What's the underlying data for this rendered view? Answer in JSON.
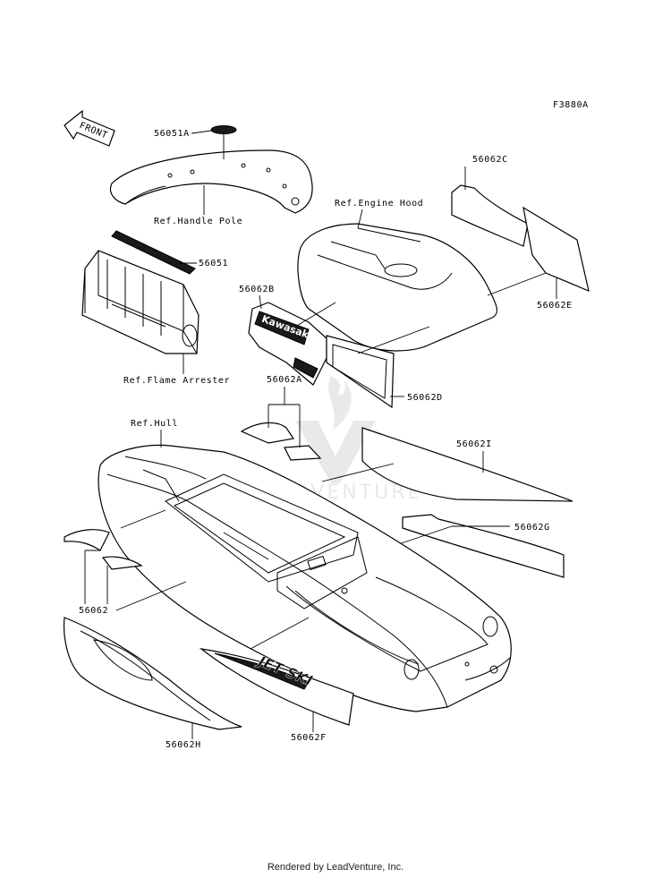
{
  "diagram": {
    "figure_code": "F3880A",
    "front_label": "FRONT",
    "watermark": "LEADVENTURE",
    "callouts": {
      "p56051A": "56051A",
      "p56051": "56051",
      "p56062C": "56062C",
      "p56062E": "56062E",
      "p56062B": "56062B",
      "p56062D": "56062D",
      "p56062A": "56062A",
      "p56062I": "56062I",
      "p56062G": "56062G",
      "p56062": "56062",
      "p56062H": "56062H",
      "p56062F": "56062F"
    },
    "references": {
      "handle_pole": "Ref.Handle Pole",
      "engine_hood": "Ref.Engine Hood",
      "flame_arrester": "Ref.Flame Arrester",
      "hull": "Ref.Hull"
    },
    "decal_text": {
      "kawasaki": "Kawasaki",
      "jetski": "JET SKI"
    }
  },
  "footer": {
    "text": "Rendered by LeadVenture, Inc."
  }
}
